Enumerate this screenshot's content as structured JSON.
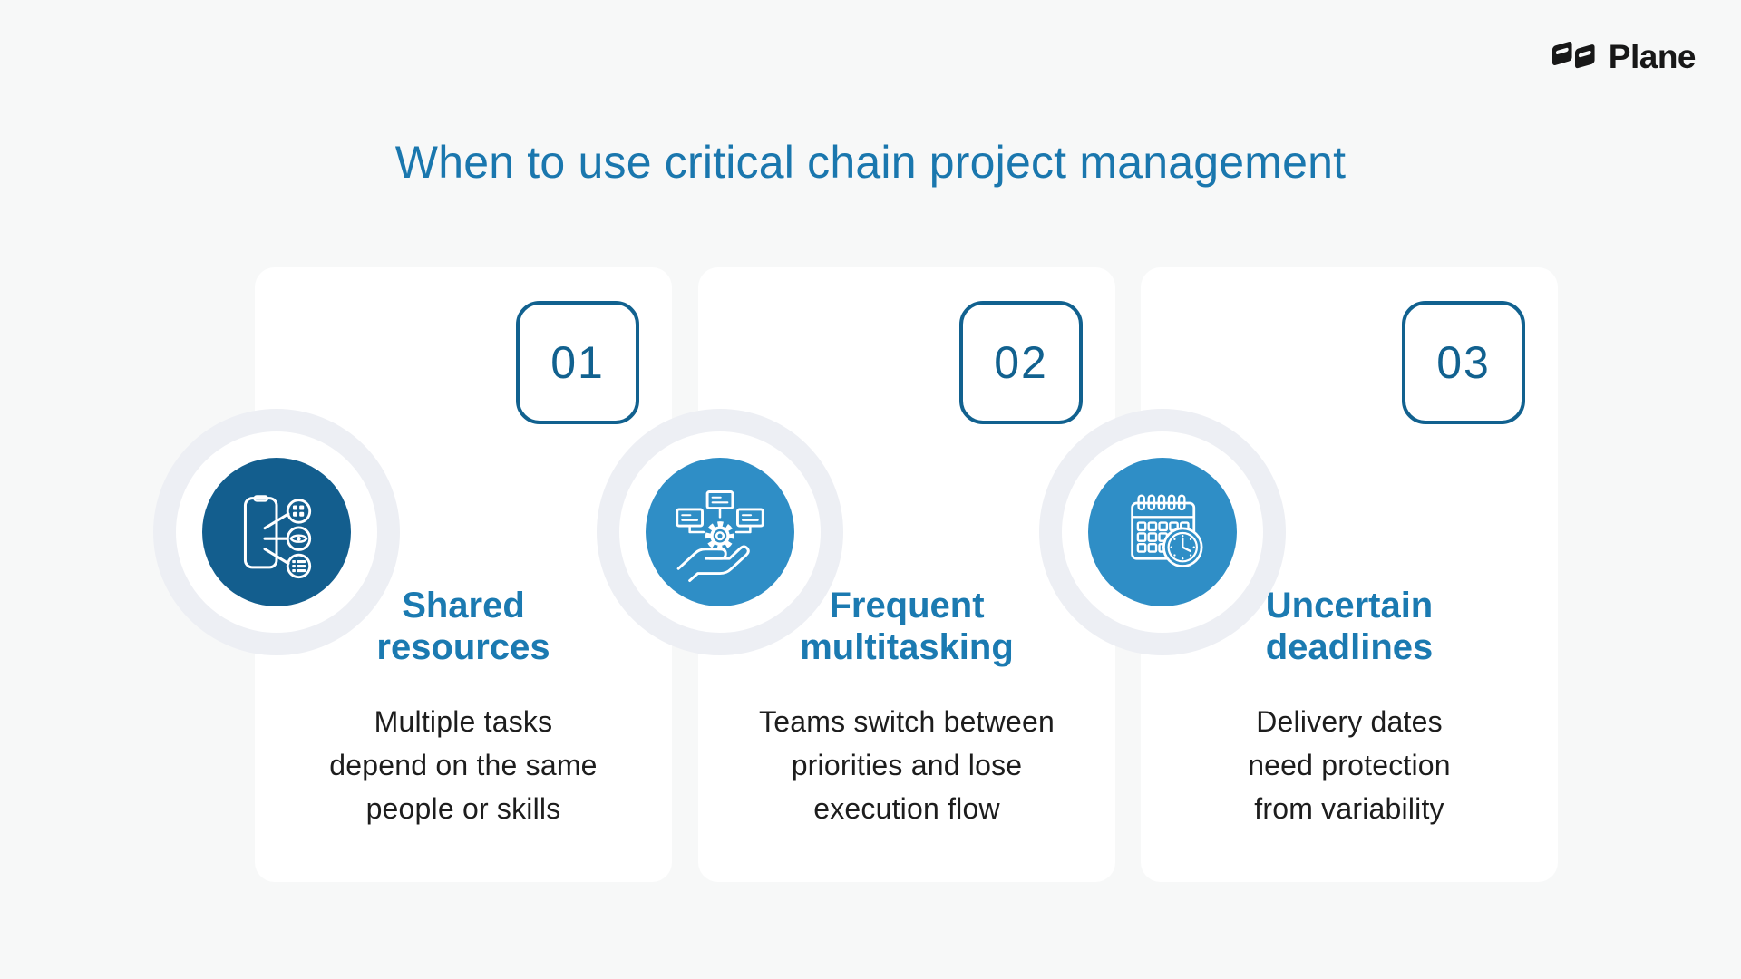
{
  "brand": {
    "name": "Plane"
  },
  "title": {
    "text": "When to use critical chain project management"
  },
  "cards": [
    {
      "number": "01",
      "icon": "phone-apps-share-icon",
      "heading_line1": "Shared",
      "heading_line2": "resources",
      "body_line1": "Multiple tasks",
      "body_line2": "depend on the same",
      "body_line3": "people or skills",
      "circle_color": "#135e8e"
    },
    {
      "number": "02",
      "icon": "hand-gear-tasks-icon",
      "heading_line1": "Frequent",
      "heading_line2": "multitasking",
      "body_line1": "Teams switch between",
      "body_line2": "priorities and lose",
      "body_line3": "execution flow",
      "circle_color": "#2f8ec6"
    },
    {
      "number": "03",
      "icon": "calendar-clock-icon",
      "heading_line1": "Uncertain",
      "heading_line2": "deadlines",
      "body_line1": "Delivery dates",
      "body_line2": "need protection",
      "body_line3": "from variability",
      "circle_color": "#2f8ec6"
    }
  ],
  "colors": {
    "background": "#f7f8f8",
    "card": "#ffffff",
    "title_blue": "#1a77ae",
    "heading_blue": "#1b7ab1",
    "badge_blue": "#11618f",
    "dark_circle_blue": "#135e8e",
    "light_circle_blue": "#2f8ec6",
    "body_text": "#1d1d1d",
    "halo_ring": "#edeff4"
  }
}
